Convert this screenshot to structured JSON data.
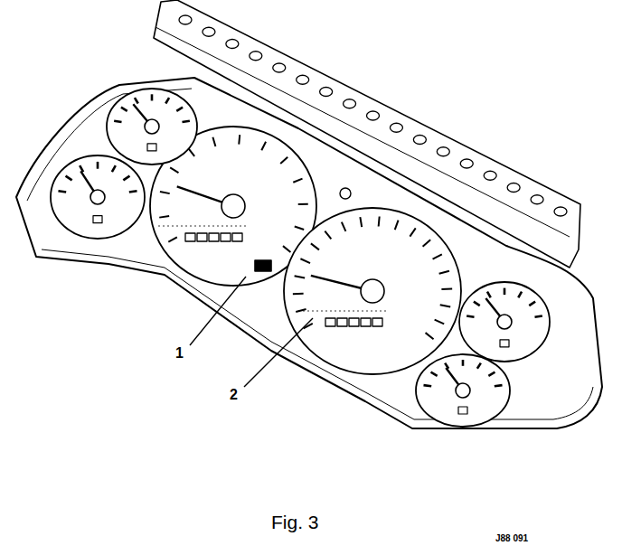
{
  "diagram": {
    "caption": "Fig. 3",
    "labels": [
      "1",
      "2",
      "J88 091"
    ]
  }
}
